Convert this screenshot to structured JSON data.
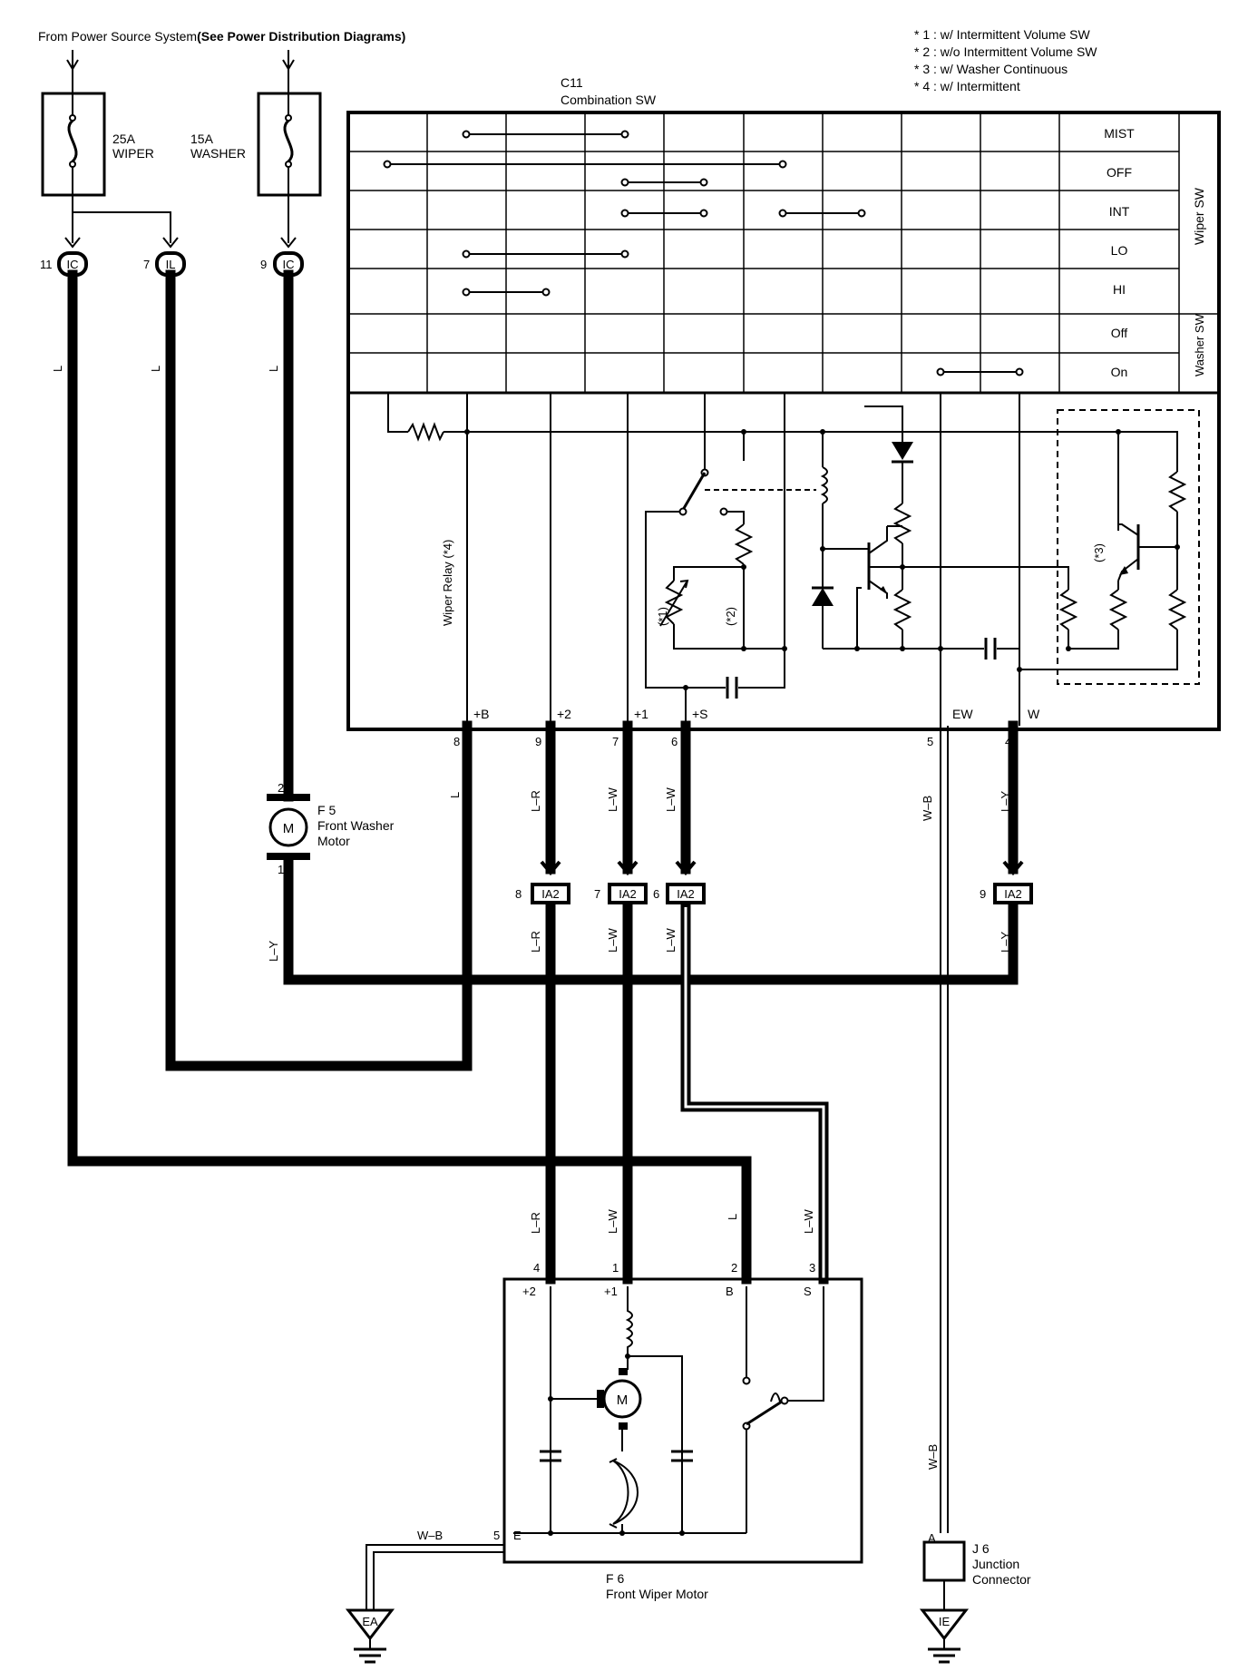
{
  "header": {
    "source_prefix": "From Power Source System",
    "source_suffix": "(See Power Distribution Diagrams)"
  },
  "notes": [
    "* 1 : w/ Intermittent Volume SW",
    "* 2 : w/o Intermittent Volume SW",
    "* 3 : w/ Washer Continuous",
    "* 4 : w/ Intermittent"
  ],
  "fuses": [
    {
      "rating": "25A",
      "name": "WIPER"
    },
    {
      "rating": "15A",
      "name": "WASHER"
    }
  ],
  "top_connectors": [
    {
      "pin": "11",
      "code": "IC",
      "wire": "L"
    },
    {
      "pin": "7",
      "code": "IL",
      "wire": "L"
    },
    {
      "pin": "9",
      "code": "IC",
      "wire": "L"
    }
  ],
  "combination_switch": {
    "code": "C11",
    "name": "Combination SW",
    "wiper_positions": [
      "MIST",
      "OFF",
      "INT",
      "LO",
      "HI"
    ],
    "washer_positions": [
      "Off",
      "On"
    ],
    "wiper_group_label": "Wiper SW",
    "washer_group_label": "Washer SW",
    "relay_label": "Wiper Relay (*4)",
    "component_notes": [
      "(*1)",
      "(*2)",
      "(*3)"
    ],
    "terminals": [
      {
        "name": "+B",
        "pin": "8",
        "wire": "L"
      },
      {
        "name": "+2",
        "pin": "9",
        "wire": "L–R"
      },
      {
        "name": "+1",
        "pin": "7",
        "wire": "L–W"
      },
      {
        "name": "+S",
        "pin": "6",
        "wire": "L–W"
      },
      {
        "name": "EW",
        "pin": "5",
        "wire": "W–B"
      },
      {
        "name": "W",
        "pin": "4",
        "wire": "L–Y"
      }
    ]
  },
  "washer_motor": {
    "code": "F 5",
    "name_line1": "Front Washer",
    "name_line2": "Motor",
    "pin_top": "2",
    "pin_bottom": "1",
    "wire_below": "L–Y",
    "symbol": "M"
  },
  "ia2_connectors": [
    {
      "pin": "8",
      "code": "IA2",
      "wire_below": "L–R"
    },
    {
      "pin": "7",
      "code": "IA2",
      "wire_below": "L–W"
    },
    {
      "pin": "6",
      "code": "IA2",
      "wire_below": "L–W"
    },
    {
      "pin": "9",
      "code": "IA2",
      "wire_below": "L–Y"
    }
  ],
  "wiper_motor": {
    "code": "F 6",
    "name": "Front Wiper Motor",
    "symbol": "M",
    "terminals": [
      {
        "name": "+2",
        "pin": "4",
        "wire": "L–R"
      },
      {
        "name": "+1",
        "pin": "1",
        "wire": "L–W"
      },
      {
        "name": "B",
        "pin": "2",
        "wire": "L"
      },
      {
        "name": "S",
        "pin": "3",
        "wire": "L–W"
      },
      {
        "name": "E",
        "pin": "5",
        "wire": "W–B"
      }
    ]
  },
  "junction": {
    "code": "J 6",
    "name_line1": "Junction",
    "name_line2": "Connector",
    "pin": "A",
    "wire_above": "W–B"
  },
  "grounds": [
    {
      "code": "EA"
    },
    {
      "code": "IE"
    }
  ]
}
